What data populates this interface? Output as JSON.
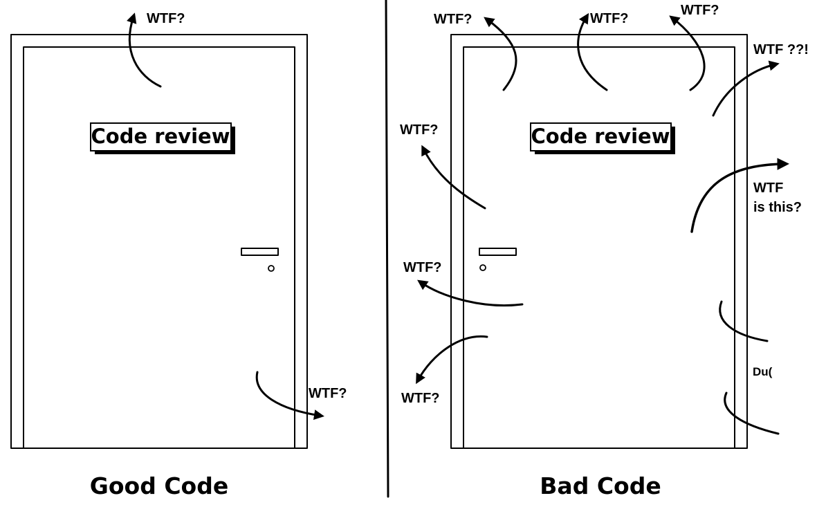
{
  "panels": {
    "good": {
      "sign": "Code review",
      "caption": "Good Code",
      "wtfs": [
        "WTF?",
        "WTF?"
      ]
    },
    "bad": {
      "sign": "Code review",
      "caption": "Bad Code",
      "wtfs": [
        "WTF?",
        "WTF?",
        "WTF?",
        "WTF ??!",
        "WTF?",
        "WTF",
        "is this?",
        "WTF?",
        "WTF?",
        "Du("
      ]
    }
  }
}
